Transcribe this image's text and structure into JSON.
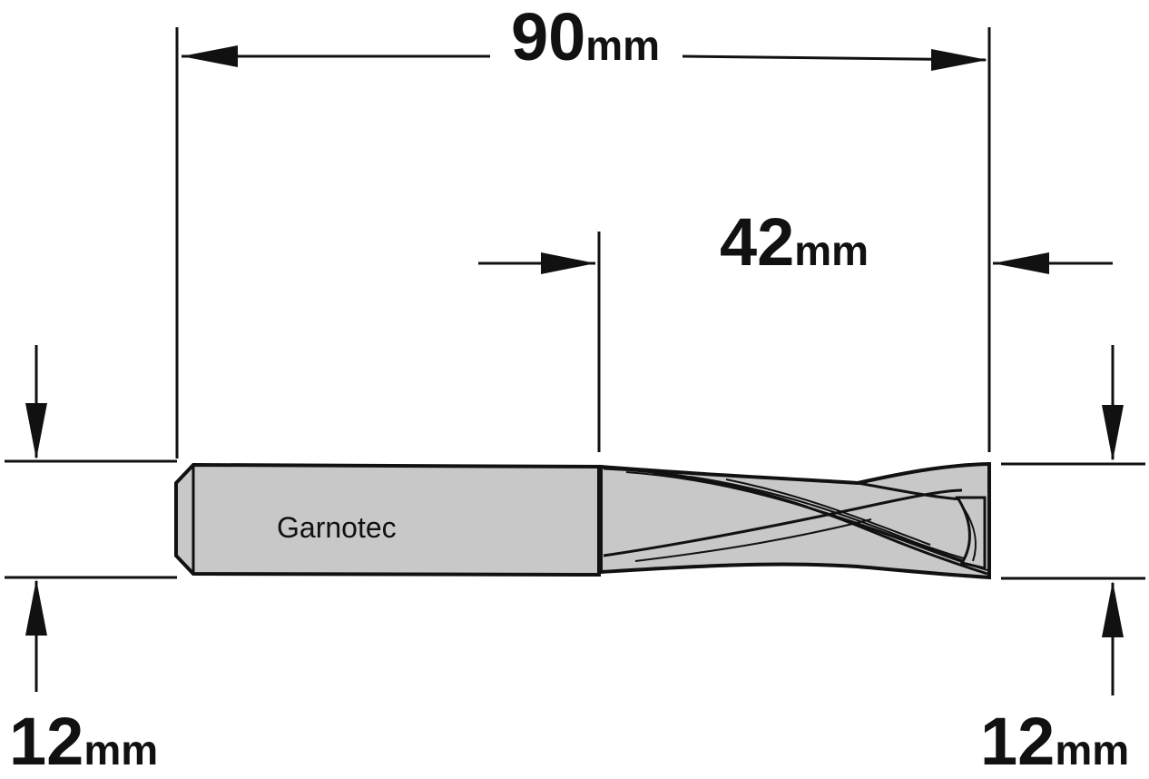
{
  "dimensions": {
    "overall_length": {
      "value": "90",
      "unit": "mm"
    },
    "cutting_length": {
      "value": "42",
      "unit": "mm"
    },
    "shank_diameter": {
      "value": "12",
      "unit": "mm"
    },
    "cutting_diameter": {
      "value": "12",
      "unit": "mm"
    }
  },
  "brand": "Garnotec",
  "colors": {
    "tool_fill": "#c8c8c8",
    "line": "#111111",
    "background": "#ffffff"
  }
}
